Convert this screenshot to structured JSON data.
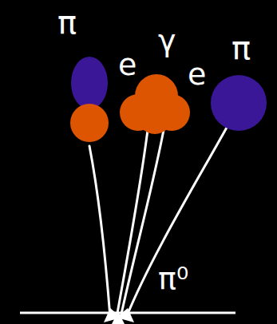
{
  "diagram": {
    "labels": [
      "π",
      "e",
      "γ",
      "e",
      "π",
      "π⁰"
    ]
  }
}
